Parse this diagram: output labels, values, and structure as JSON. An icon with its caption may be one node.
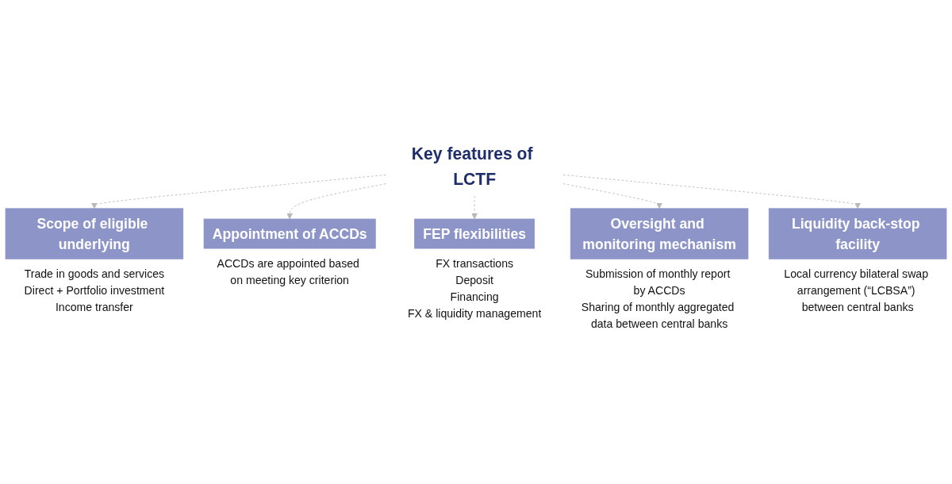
{
  "diagram": {
    "nodes": [
      {
        "text": [
          "Key features of LCTF"
        ]
      },
      {
        "text": [
          "Scope of eligible underlying"
        ],
        "beside": [
          "Trade in goods and services",
          "Direct + Portfolio investment",
          "Income transfer"
        ]
      },
      {
        "text": [
          "Appointment of ACCDs"
        ],
        "beside": [
          "ACCDs are appointed based on meeting key criterion"
        ]
      },
      {
        "text": [
          "FEP flexibilities"
        ],
        "beside": [
          "FX transactions",
          "Deposit",
          "Financing",
          "FX & liquidity management"
        ]
      },
      {
        "text": [
          "Oversight and monitoring mechanism"
        ],
        "beside": [
          "Submission of monthly report by ACCDs",
          "Sharing of monthly aggregated data between central banks"
        ]
      },
      {
        "text": [
          "Liquidity back-stop facility"
        ],
        "beside": [
          "Local currency bilateral swap arrangement (“LCBSA”) between central banks"
        ]
      }
    ],
    "edges": [
      {
        "from": 0,
        "to": 1,
        "arrow": "to",
        "style": "dashed"
      },
      {
        "from": 0,
        "to": 2,
        "arrow": "to",
        "style": "dashed"
      },
      {
        "from": 0,
        "to": 3,
        "arrow": "to",
        "style": "dashed"
      },
      {
        "from": 0,
        "to": 4,
        "arrow": "to",
        "style": "dashed"
      },
      {
        "from": 0,
        "to": 5,
        "arrow": "to",
        "style": "dashed"
      }
    ]
  }
}
